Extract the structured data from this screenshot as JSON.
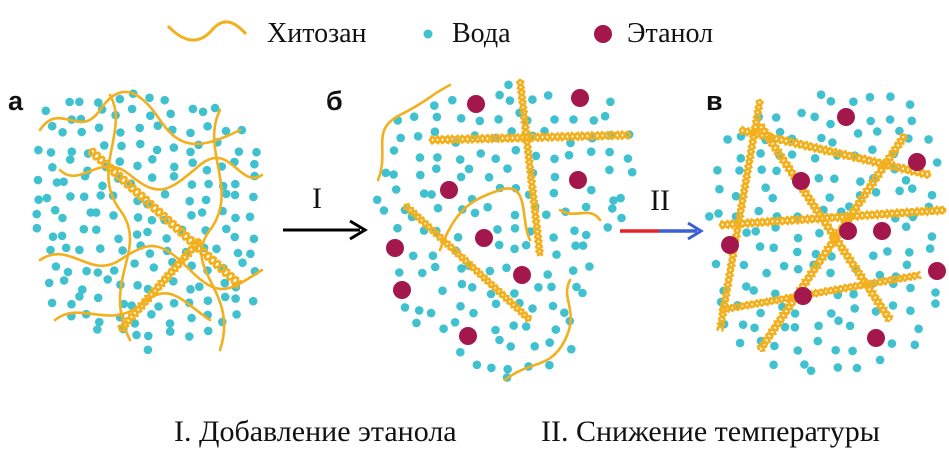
{
  "legend": {
    "chitosan_label": "Хитозан",
    "water_label": "Вода",
    "ethanol_label": "Этанол"
  },
  "panels": {
    "a_label": "а",
    "b_label": "б",
    "c_label": "в"
  },
  "steps": {
    "step1_label": "I",
    "step2_label": "II"
  },
  "captions": {
    "step1": "I. Добавление этанола",
    "step2": "II. Снижение температуры"
  },
  "colors": {
    "chitosan": "#f2b01e",
    "water": "#3fc1cf",
    "ethanol": "#a3174d",
    "arrow1": "#000000",
    "arrow2_start": "#e8202a",
    "arrow2_end": "#3b5fd6"
  }
}
